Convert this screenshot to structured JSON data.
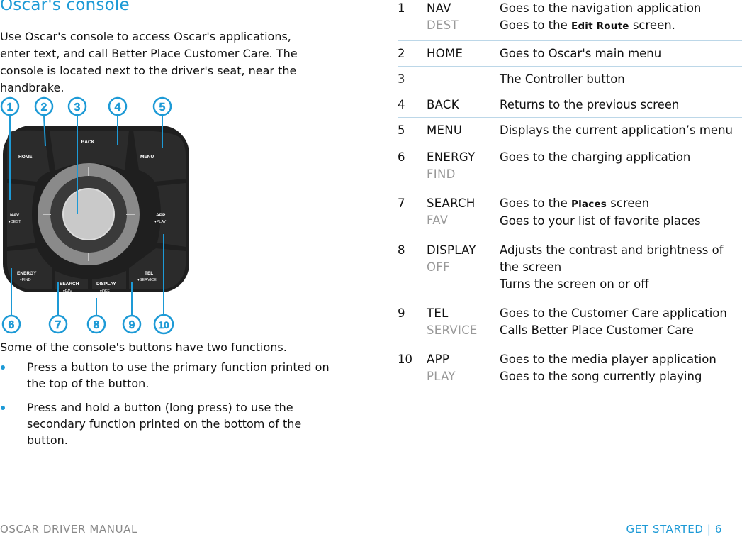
{
  "header": {
    "title": "Oscar's console"
  },
  "intro": "Use Oscar's console to access Oscar's applications, enter text, and call Better Place Customer Care. The console is located next to the driver's seat, near the handbrake.",
  "console": {
    "buttons": {
      "back": "BACK",
      "home": "HOME",
      "menu": "MENU",
      "nav": "NAV",
      "nav_sub": "▾DEST",
      "app": "APP",
      "app_sub": "▾PLAY",
      "energy": "ENERGY",
      "energy_sub": "▾FIND",
      "search": "SEARCH",
      "search_sub": "▾FAV",
      "display": "DISPLAY",
      "display_sub": "▾OFF",
      "tel": "TEL",
      "tel_sub": "▾SERVICE"
    },
    "callouts": [
      "1",
      "2",
      "3",
      "4",
      "5",
      "6",
      "7",
      "8",
      "9",
      "10"
    ],
    "colors": {
      "callout": "#1d9ad6",
      "panel": "#1f1f1f",
      "button": "#2a2a2a",
      "ring": "#8a8a8a",
      "center": "#c9c9c9"
    }
  },
  "functions": {
    "lead": "Some of the console's buttons have two functions.",
    "bullets": [
      "Press a button to use the primary function printed on the top of the button.",
      "Press and hold a button (long press) to use the secondary function printed on the bottom of the button."
    ]
  },
  "table": {
    "rows": [
      {
        "num": "1",
        "primary": "NAV",
        "secondary": "DEST",
        "lines": [
          "Goes to the navigation application"
        ],
        "pre": "Goes to the ",
        "sc": "Edit Route",
        "post": " screen."
      },
      {
        "num": "2",
        "primary": "HOME",
        "lines": [
          "Goes to Oscar's main menu"
        ]
      },
      {
        "num": "3",
        "primary": "",
        "lines": [
          "The Controller button"
        ]
      },
      {
        "num": "4",
        "primary": "BACK",
        "lines": [
          "Returns to the previous screen"
        ]
      },
      {
        "num": "5",
        "primary": "MENU",
        "lines": [
          "Displays the current application’s menu"
        ]
      },
      {
        "num": "6",
        "primary": "ENERGY",
        "secondary": "FIND",
        "lines": [
          "Goes to the charging application"
        ]
      },
      {
        "num": "7",
        "primary": "SEARCH",
        "secondary": "FAV",
        "pre": "Goes to the ",
        "sc": "Places",
        "post": " screen",
        "lines": [
          "Goes to your list of favorite places"
        ]
      },
      {
        "num": "8",
        "primary": "DISPLAY",
        "secondary": "OFF",
        "lines": [
          "Adjusts the contrast and brightness of the screen",
          "Turns the screen on or off"
        ]
      },
      {
        "num": "9",
        "primary": "TEL",
        "secondary": "SERVICE",
        "lines": [
          "Goes to the Customer Care application",
          "Calls Better Place Customer Care"
        ]
      },
      {
        "num": "10",
        "primary": "APP",
        "secondary": "PLAY",
        "lines": [
          "Goes to the media player application",
          "Goes to the song currently playing"
        ]
      }
    ]
  },
  "footer": {
    "left": "OSCAR DRIVER MANUAL",
    "right": "GET STARTED | 6"
  }
}
